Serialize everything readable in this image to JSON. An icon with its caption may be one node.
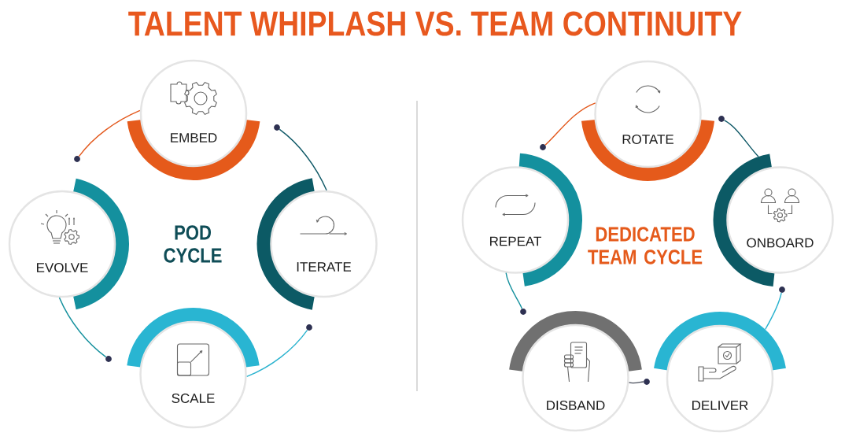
{
  "diagram": {
    "title": "TALENT WHIPLASH VS. TEAM CONTINUITY",
    "nodes": [
      {
        "text": [
          "EMBED"
        ]
      },
      {
        "text": [
          "ITERATE"
        ]
      },
      {
        "text": [
          "SCALE"
        ]
      },
      {
        "text": [
          "EVOLVE"
        ]
      },
      {
        "text": [
          "ROTATE"
        ]
      },
      {
        "text": [
          "ONBOARD"
        ]
      },
      {
        "text": [
          "DELIVER"
        ]
      },
      {
        "text": [
          "DISBAND"
        ]
      },
      {
        "text": [
          "REPEAT"
        ]
      },
      {
        "text": [],
        "shape": "circle"
      },
      {
        "text": [],
        "shape": "circle"
      },
      {
        "text": [],
        "shape": "circle"
      },
      {
        "text": [],
        "shape": "circle"
      },
      {
        "text": [],
        "shape": "circle"
      },
      {
        "text": [],
        "shape": "circle"
      },
      {
        "text": [],
        "shape": "circle"
      },
      {
        "text": [],
        "shape": "circle"
      },
      {
        "text": [],
        "shape": "circle"
      }
    ],
    "edges": [
      {
        "from": 1,
        "to": 9,
        "arrow": "none",
        "color": "#0e5866"
      },
      {
        "from": 2,
        "to": 10,
        "arrow": "none",
        "color": "#2bb3cf"
      },
      {
        "from": 3,
        "to": 11,
        "arrow": "none",
        "color": "#16919e"
      },
      {
        "from": 0,
        "to": 12,
        "arrow": "none",
        "color": "#e3581c"
      },
      {
        "from": 5,
        "to": 13,
        "arrow": "none",
        "color": "#0e5866"
      },
      {
        "from": 6,
        "to": 14,
        "arrow": "none",
        "color": "#2bb3cf"
      },
      {
        "from": 7,
        "to": 15,
        "arrow": "none",
        "color": "#4a4f5c"
      },
      {
        "from": 8,
        "to": 16,
        "arrow": "none",
        "color": "#16919e"
      },
      {
        "from": 4,
        "to": 17,
        "arrow": "none",
        "color": "#e3581c"
      }
    ],
    "labels": [
      "POD CYCLE",
      "DEDICATED TEAM CYCLE"
    ]
  }
}
